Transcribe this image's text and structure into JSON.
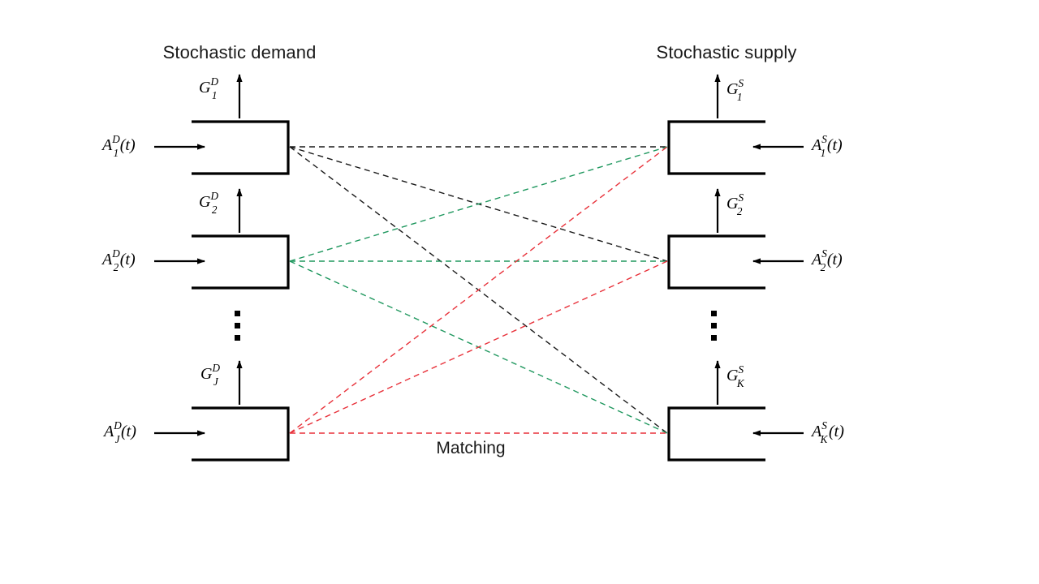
{
  "figure": {
    "type": "bipartite-matching-queueing-diagram",
    "background": "#ffffff",
    "titles": {
      "demand": "Stochastic demand",
      "supply": "Stochastic supply"
    },
    "center_label": "Matching",
    "colors": {
      "line_black": "#1a1a1a",
      "line_green": "#20985f",
      "line_red": "#e8313a",
      "box_stroke": "#000000",
      "text": "#1a1a1a"
    },
    "ellipsis_glyph": "vertical-ellipsis"
  },
  "demand": {
    "side": "left",
    "open_edge": "left",
    "queues": [
      {
        "id": "D1",
        "index": "1",
        "arrival_label": {
          "base": "A",
          "sup": "D",
          "sub": "1",
          "arg": "(t)",
          "text": "A_1^D(t)"
        },
        "abandonment_label": {
          "base": "G",
          "sup": "D",
          "sub": "1",
          "text": "G_1^D"
        },
        "arrival_direction": "right",
        "abandonment_direction": "up"
      },
      {
        "id": "D2",
        "index": "2",
        "arrival_label": {
          "base": "A",
          "sup": "D",
          "sub": "2",
          "arg": "(t)",
          "text": "A_2^D(t)"
        },
        "abandonment_label": {
          "base": "G",
          "sup": "D",
          "sub": "2",
          "text": "G_2^D"
        },
        "arrival_direction": "right",
        "abandonment_direction": "up"
      },
      {
        "id": "DJ",
        "index": "J",
        "arrival_label": {
          "base": "A",
          "sup": "D",
          "sub": "J",
          "arg": "(t)",
          "text": "A_J^D(t)"
        },
        "abandonment_label": {
          "base": "G",
          "sup": "D",
          "sub": "J",
          "text": "G_J^D"
        },
        "arrival_direction": "right",
        "abandonment_direction": "up"
      }
    ]
  },
  "supply": {
    "side": "right",
    "open_edge": "right",
    "queues": [
      {
        "id": "S1",
        "index": "1",
        "arrival_label": {
          "base": "A",
          "sup": "S",
          "sub": "1",
          "arg": "(t)",
          "text": "A_1^S(t)"
        },
        "abandonment_label": {
          "base": "G",
          "sup": "S",
          "sub": "1",
          "text": "G_1^S"
        },
        "arrival_direction": "left",
        "abandonment_direction": "up"
      },
      {
        "id": "S2",
        "index": "2",
        "arrival_label": {
          "base": "A",
          "sup": "S",
          "sub": "2",
          "arg": "(t)",
          "text": "A_2^S(t)"
        },
        "abandonment_label": {
          "base": "G",
          "sup": "S",
          "sub": "2",
          "text": "G_2^S"
        },
        "arrival_direction": "left",
        "abandonment_direction": "up"
      },
      {
        "id": "SK",
        "index": "K",
        "arrival_label": {
          "base": "A",
          "sup": "S",
          "sub": "K",
          "arg": "(t)",
          "text": "A_K^S(t)"
        },
        "abandonment_label": {
          "base": "G",
          "sup": "S",
          "sub": "K",
          "text": "G_K^S"
        },
        "arrival_direction": "left",
        "abandonment_direction": "up"
      }
    ]
  },
  "matching_edges": [
    {
      "from": "D1",
      "to": "S1",
      "color": "#1a1a1a",
      "style": "dashed"
    },
    {
      "from": "D1",
      "to": "S2",
      "color": "#1a1a1a",
      "style": "dashed"
    },
    {
      "from": "D1",
      "to": "SK",
      "color": "#1a1a1a",
      "style": "dashed"
    },
    {
      "from": "D2",
      "to": "S1",
      "color": "#20985f",
      "style": "dashed"
    },
    {
      "from": "D2",
      "to": "S2",
      "color": "#20985f",
      "style": "dashed"
    },
    {
      "from": "D2",
      "to": "SK",
      "color": "#20985f",
      "style": "dashed"
    },
    {
      "from": "DJ",
      "to": "S1",
      "color": "#e8313a",
      "style": "dashed"
    },
    {
      "from": "DJ",
      "to": "S2",
      "color": "#e8313a",
      "style": "dashed"
    },
    {
      "from": "DJ",
      "to": "SK",
      "color": "#e8313a",
      "style": "dashed"
    }
  ]
}
